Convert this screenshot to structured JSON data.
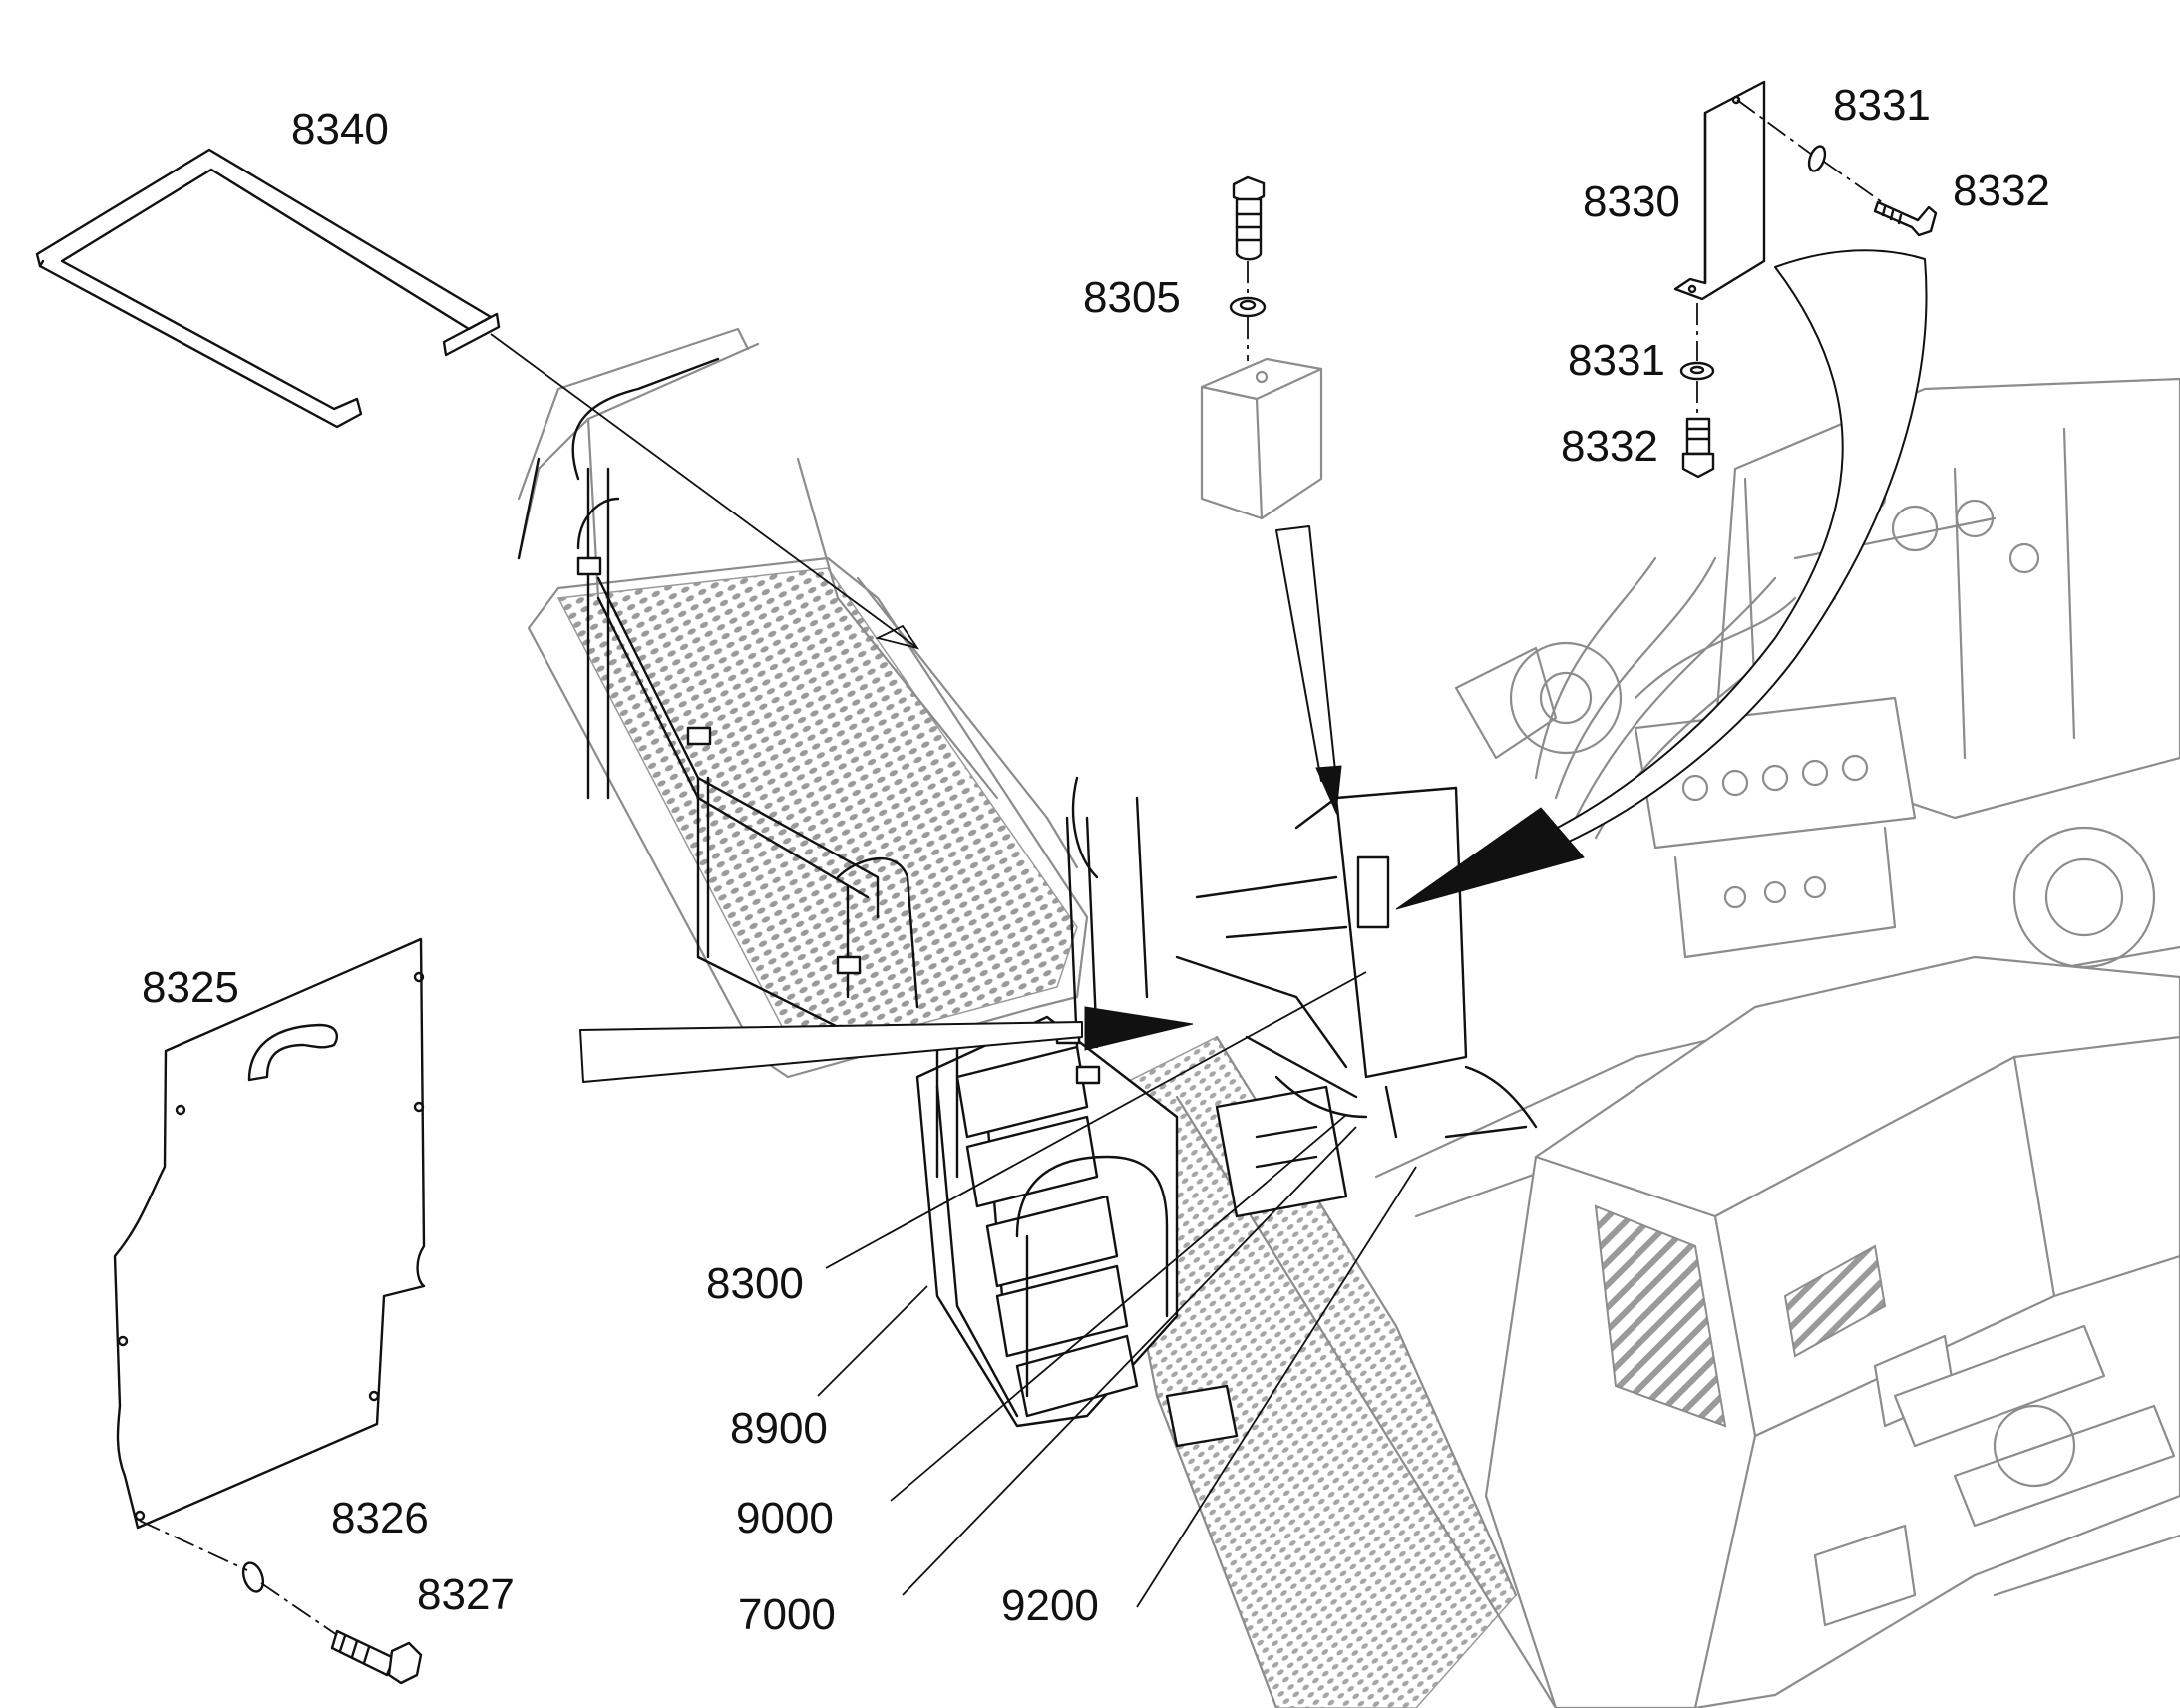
{
  "callouts": [
    {
      "id": "8340",
      "text": "8340"
    },
    {
      "id": "8305",
      "text": "8305"
    },
    {
      "id": "8331a",
      "text": "8331"
    },
    {
      "id": "8330",
      "text": "8330"
    },
    {
      "id": "8332a",
      "text": "8332"
    },
    {
      "id": "8331b",
      "text": "8331"
    },
    {
      "id": "8332b",
      "text": "8332"
    },
    {
      "id": "8325",
      "text": "8325"
    },
    {
      "id": "8300",
      "text": "8300"
    },
    {
      "id": "8900",
      "text": "8900"
    },
    {
      "id": "9000",
      "text": "9000"
    },
    {
      "id": "7000",
      "text": "7000"
    },
    {
      "id": "9200",
      "text": "9200"
    },
    {
      "id": "8326",
      "text": "8326"
    },
    {
      "id": "8327",
      "text": "8327"
    }
  ],
  "colors": {
    "ink": "#111111",
    "machine_lines": "#8c8c8c",
    "deck_grating": "#9a9a9a",
    "background": "#ffffff"
  }
}
